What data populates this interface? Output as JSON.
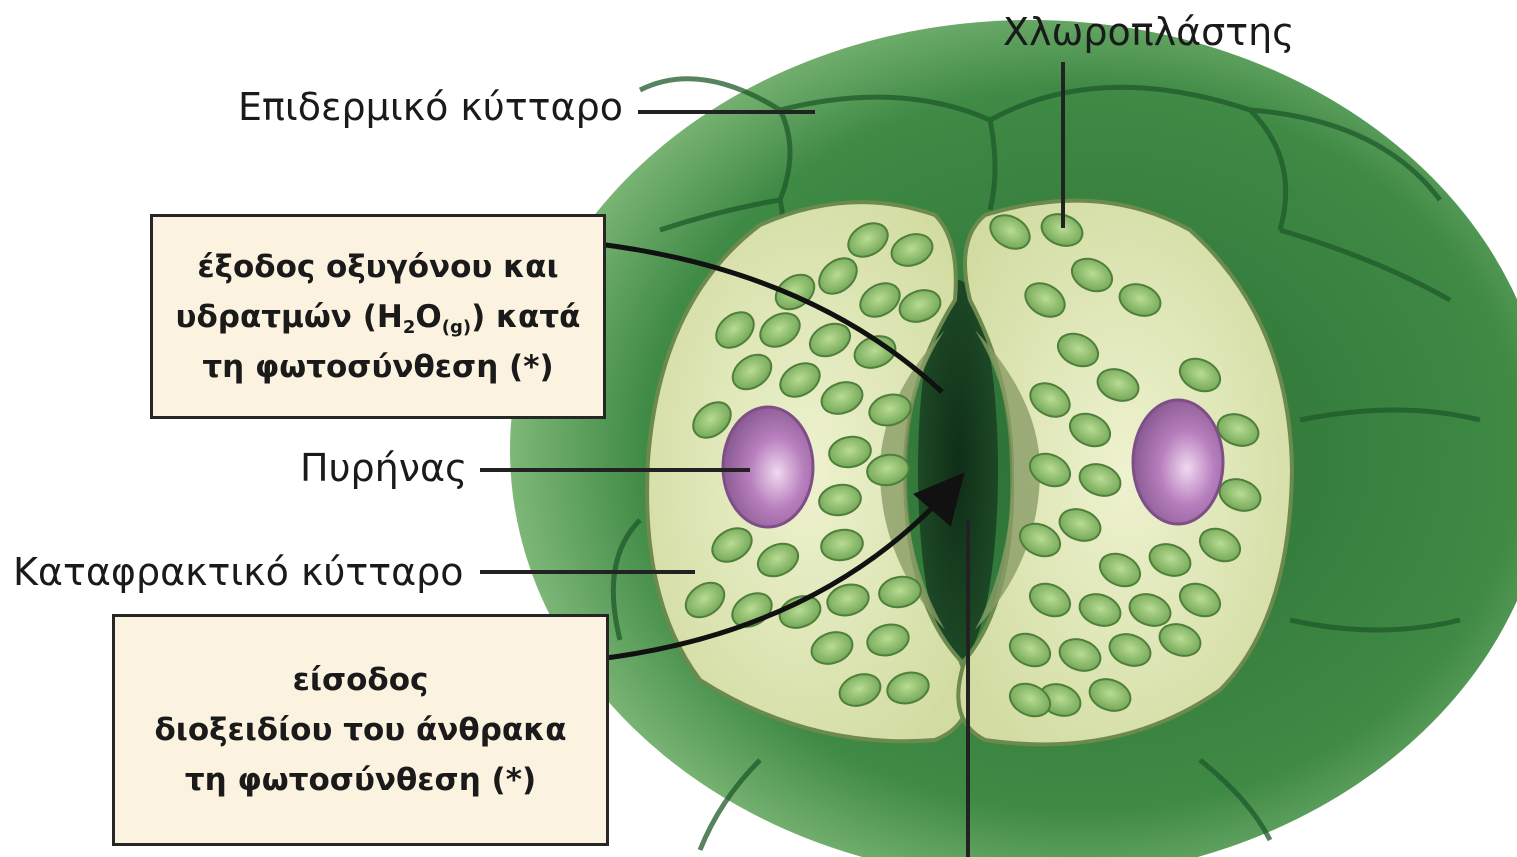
{
  "labels": {
    "chloroplast": "Χλωροπλάστης",
    "epidermal_cell": "Επιδερμικό κύτταρο",
    "nucleus": "Πυρήνας",
    "guard_cell": "Καταφρακτικό κύτταρο"
  },
  "boxes": {
    "oxygen_exit": {
      "line1": "έξοδος οξυγόνου και",
      "line2_pre": "υδρατμών (H",
      "line2_sub1": "2",
      "line2_mid": "O",
      "line2_sub2": "(g)",
      "line2_post": ") κατά",
      "line3": "τη φωτοσύνθεση (*)"
    },
    "co2_entry": {
      "line1": "είσοδος",
      "line2": "διοξειδίου του άνθρακα",
      "line3": "τη φωτοσύνθεση (*)"
    }
  },
  "colors": {
    "tissue_dark": "#2f7a3a",
    "tissue_mid": "#4e9a52",
    "guard_cell_fill": "#e3e9bd",
    "chloroplast": "#8ebd6a",
    "nucleus": "#b27ab8",
    "box_fill": "#fbf2df"
  }
}
